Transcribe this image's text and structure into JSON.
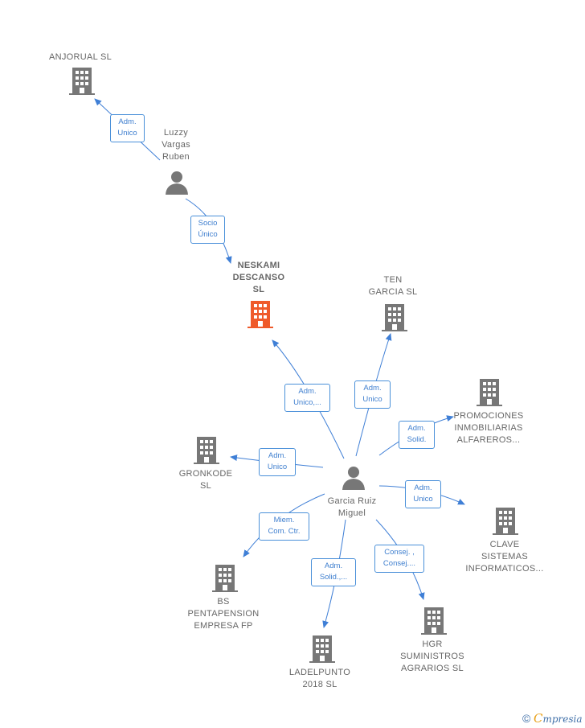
{
  "colors": {
    "edge": "#3f7fd6",
    "building": "#777777",
    "building_focus": "#ef5a2a",
    "person": "#777777"
  },
  "nodes": {
    "anjorual": {
      "label": "ANJORUAL  SL",
      "icon": "building-icon"
    },
    "luzzy": {
      "label": "Luzzy\nVargas\nRuben",
      "icon": "person-icon"
    },
    "neskami": {
      "label": "NESKAMI\nDESCANSO\nSL",
      "icon": "building-icon"
    },
    "ten": {
      "label": "TEN\nGARCIA SL",
      "icon": "building-icon"
    },
    "promociones": {
      "label": "PROMOCIONES\nINMOBILIARIAS\nALFAREROS...",
      "icon": "building-icon"
    },
    "gronkode": {
      "label": "GRONKODE\nSL",
      "icon": "building-icon"
    },
    "garcia": {
      "label": "Garcia Ruiz\nMiguel",
      "icon": "person-icon"
    },
    "clave": {
      "label": "CLAVE\nSISTEMAS\nINFORMATICOS...",
      "icon": "building-icon"
    },
    "bs": {
      "label": "BS\nPENTAPENSION\nEMPRESA FP",
      "icon": "building-icon"
    },
    "ladelpunto": {
      "label": "LADELPUNTO\n2018  SL",
      "icon": "building-icon"
    },
    "hgr": {
      "label": "HGR\nSUMINISTROS\nAGRARIOS  SL",
      "icon": "building-icon"
    }
  },
  "relations": {
    "luzzy_anjorual": "Adm.\nUnico",
    "luzzy_neskami": "Socio\nÚnico",
    "garcia_neskami": "Adm.\nUnico,...",
    "garcia_ten": "Adm.\nUnico",
    "garcia_promociones": "Adm.\nSolid.",
    "garcia_gronkode": "Adm.\nUnico",
    "garcia_clave": "Adm.\nUnico",
    "garcia_bs": "Miem.\nCom. Ctr.",
    "garcia_ladelpunto": "Adm.\nSolid.,...",
    "garcia_hgr": "Consej. ,\nConsej...."
  },
  "brand": {
    "copyright": "©",
    "initial": "C",
    "name": "mpresia"
  }
}
